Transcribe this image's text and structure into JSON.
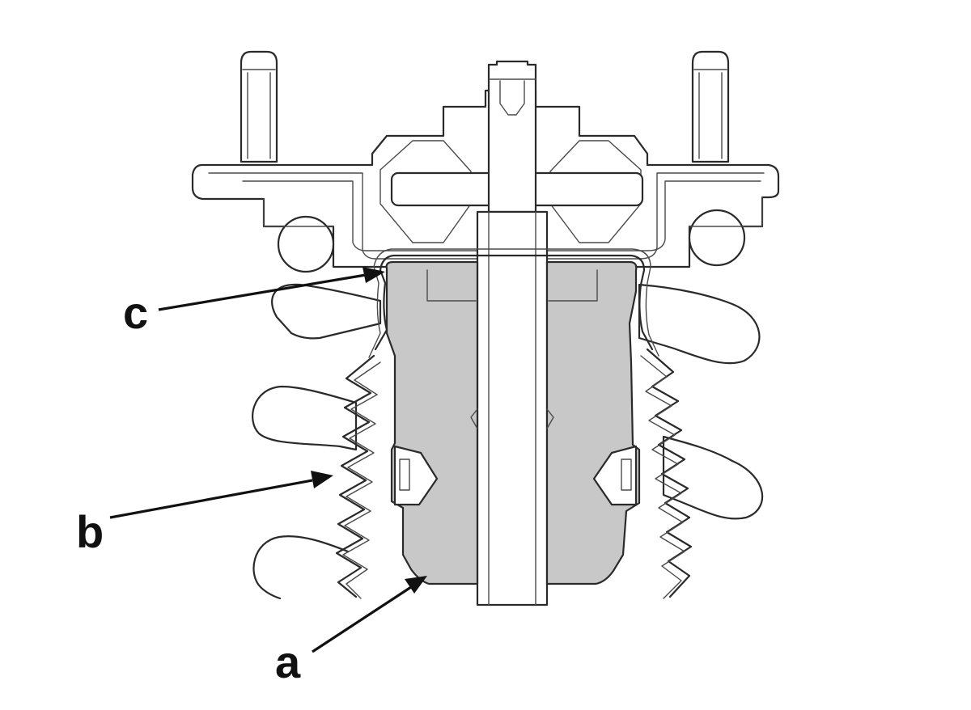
{
  "callouts": {
    "a": "a",
    "b": "b",
    "c": "c"
  },
  "colors": {
    "line": "#2a2a2a",
    "bump_stop": "#c8c8c8",
    "background": "#ffffff",
    "label": "#111111"
  }
}
